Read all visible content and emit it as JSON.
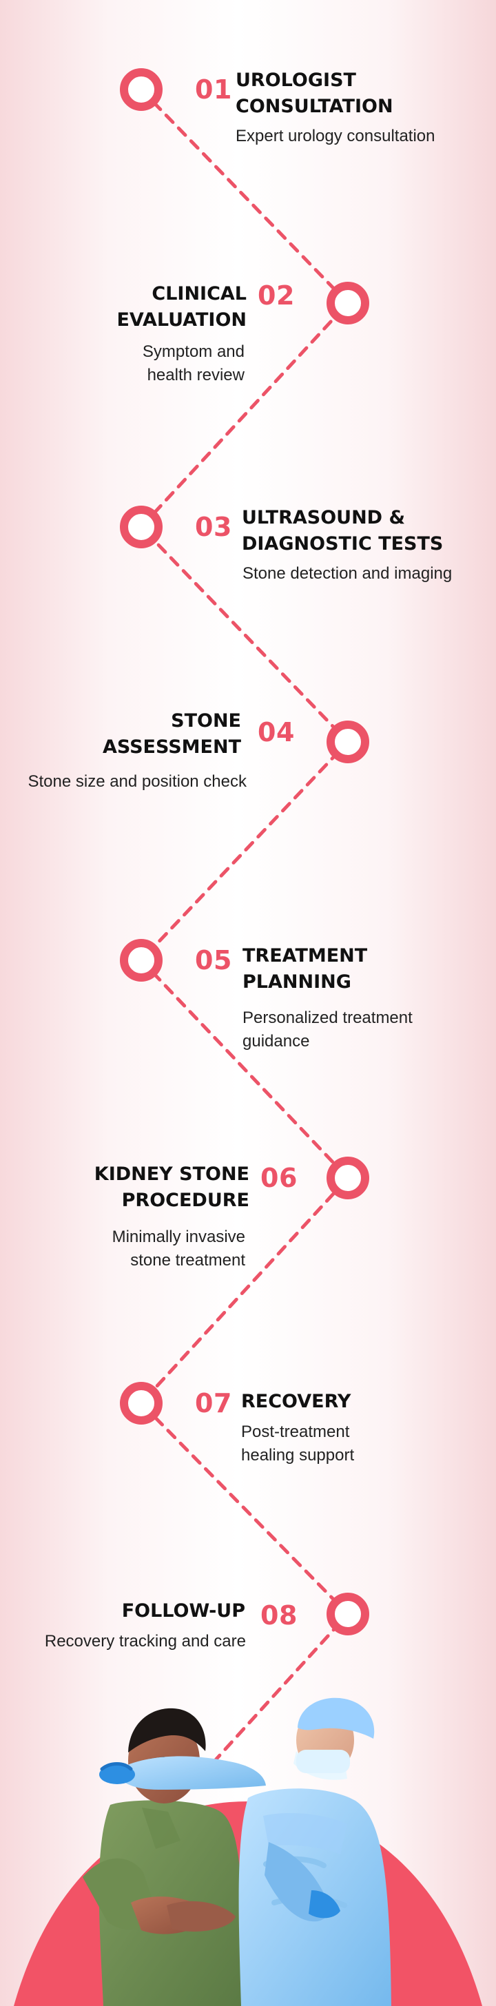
{
  "accent_color": "#ec5367",
  "steps": [
    {
      "number": "01",
      "title": "UROLOGIST\nCONSULTATION",
      "description": "Expert urology consultation"
    },
    {
      "number": "02",
      "title": "CLINICAL\nEVALUATION",
      "description": "Symptom and\nhealth review"
    },
    {
      "number": "03",
      "title": "ULTRASOUND &\nDIAGNOSTIC TESTS",
      "description": "Stone detection and imaging"
    },
    {
      "number": "04",
      "title": "STONE\nASSESSMENT",
      "description": "Stone size and position check"
    },
    {
      "number": "05",
      "title": "TREATMENT\nPLANNING",
      "description": "Personalized treatment\n guidance"
    },
    {
      "number": "06",
      "title": "KIDNEY STONE\nPROCEDURE",
      "description": "Minimally invasive\nstone treatment"
    },
    {
      "number": "07",
      "title": "RECOVERY",
      "description": "Post-treatment\nhealing support"
    },
    {
      "number": "08",
      "title": "FOLLOW-UP",
      "description": "Recovery tracking  and care"
    }
  ],
  "icons": {
    "node": "timeline-node-icon",
    "hero": "doctor-patient-illustration"
  }
}
